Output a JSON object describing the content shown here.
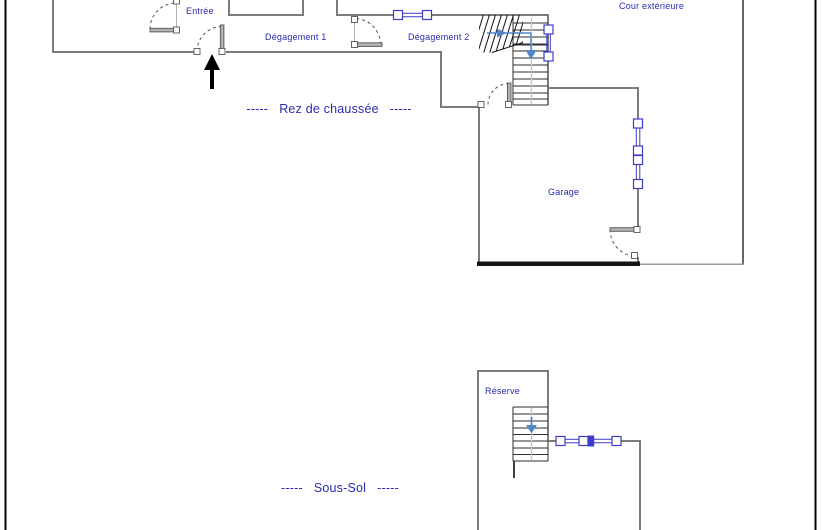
{
  "plan": {
    "floors": [
      {
        "title": "-----   Rez de chaussée   -----",
        "room_labels": {
          "entree": "Entrée",
          "degagement1": "Dégagement 1",
          "degagement2": "Dégagement 2",
          "cour_exterieure": "Cour extérieure",
          "garage": "Garage"
        }
      },
      {
        "title": "-----   Sous-Sol   -----",
        "room_labels": {
          "reserve": "Réserve"
        }
      }
    ],
    "colors": {
      "label_text": "#2a2aae",
      "wall_gray": "#7b7b7b",
      "window_blue": "#3c3cc8",
      "direction_arrow_blue": "#4f86c9",
      "stair_axis_blue": "#a9cbe9",
      "sheet_border_black": "#000000",
      "garage_door_black": "#141414"
    }
  }
}
